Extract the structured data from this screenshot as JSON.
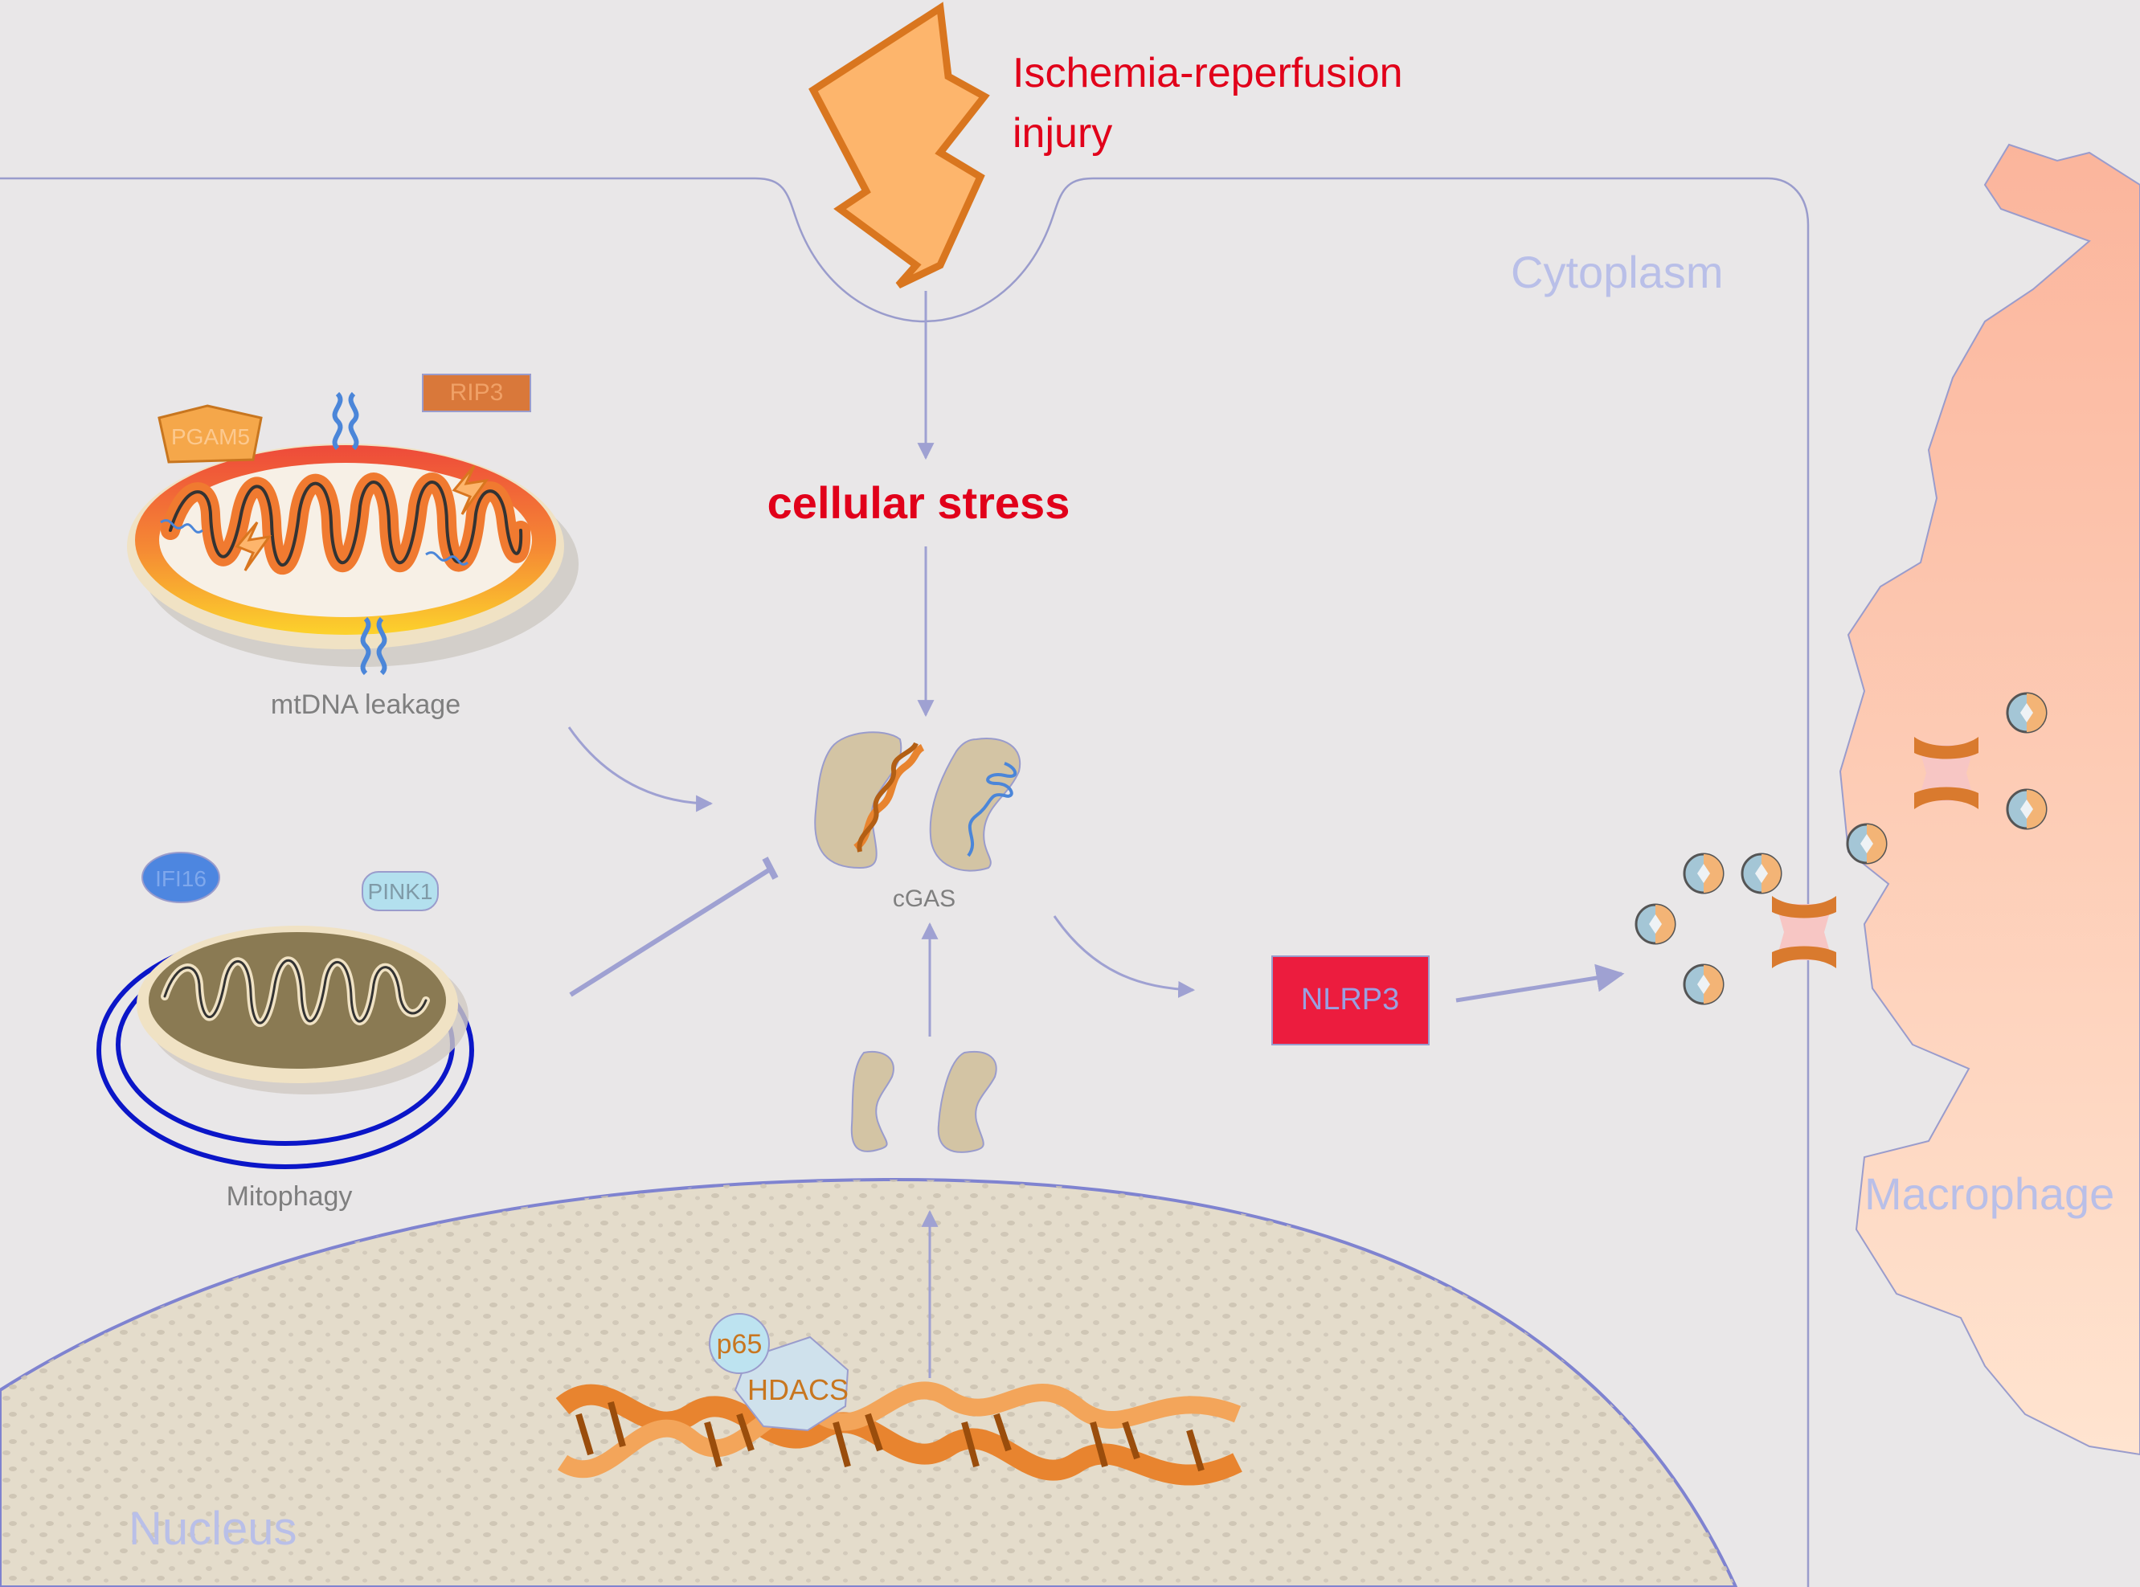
{
  "stimulus": {
    "line1": "Ischemia-reperfusion",
    "line2": "injury"
  },
  "labels": {
    "cellular_stress": "cellular stress",
    "cytoplasm": "Cytoplasm",
    "macrophage": "Macrophage",
    "nucleus": "Nucleus",
    "cgas": "cGAS",
    "nlrp3": "NLRP3",
    "mtdna_leakage": "mtDNA leakage",
    "mitophagy": "Mitophagy",
    "pgam5": "PGAM5",
    "rip3": "RIP3",
    "ifi16": "IFI16",
    "pink1": "PINK1",
    "p65": "p65",
    "hdacs": "HDACS"
  },
  "colors": {
    "background": "#e9e7e8",
    "membrane": "#9a9ccc",
    "arrow": "#9fa1d2",
    "label_red": "#e1001a",
    "cytoplasm_label": "#b9bfe8",
    "nucleus_fill": "#e4dccb",
    "nucleus_outline": "#7f83d0",
    "macrophage_top": "#fbb79e",
    "macrophage_bottom": "#ffe3cf",
    "bolt_fill": "#fdb56c",
    "bolt_stroke": "#d9761f",
    "nlrp3_box": "#ec1c3e",
    "mitophagy_ring": "#0b16c8",
    "dna_orange": "#e8842f",
    "dna_blue": "#4b86d9",
    "cgas_tan": "#d3c4a4"
  }
}
